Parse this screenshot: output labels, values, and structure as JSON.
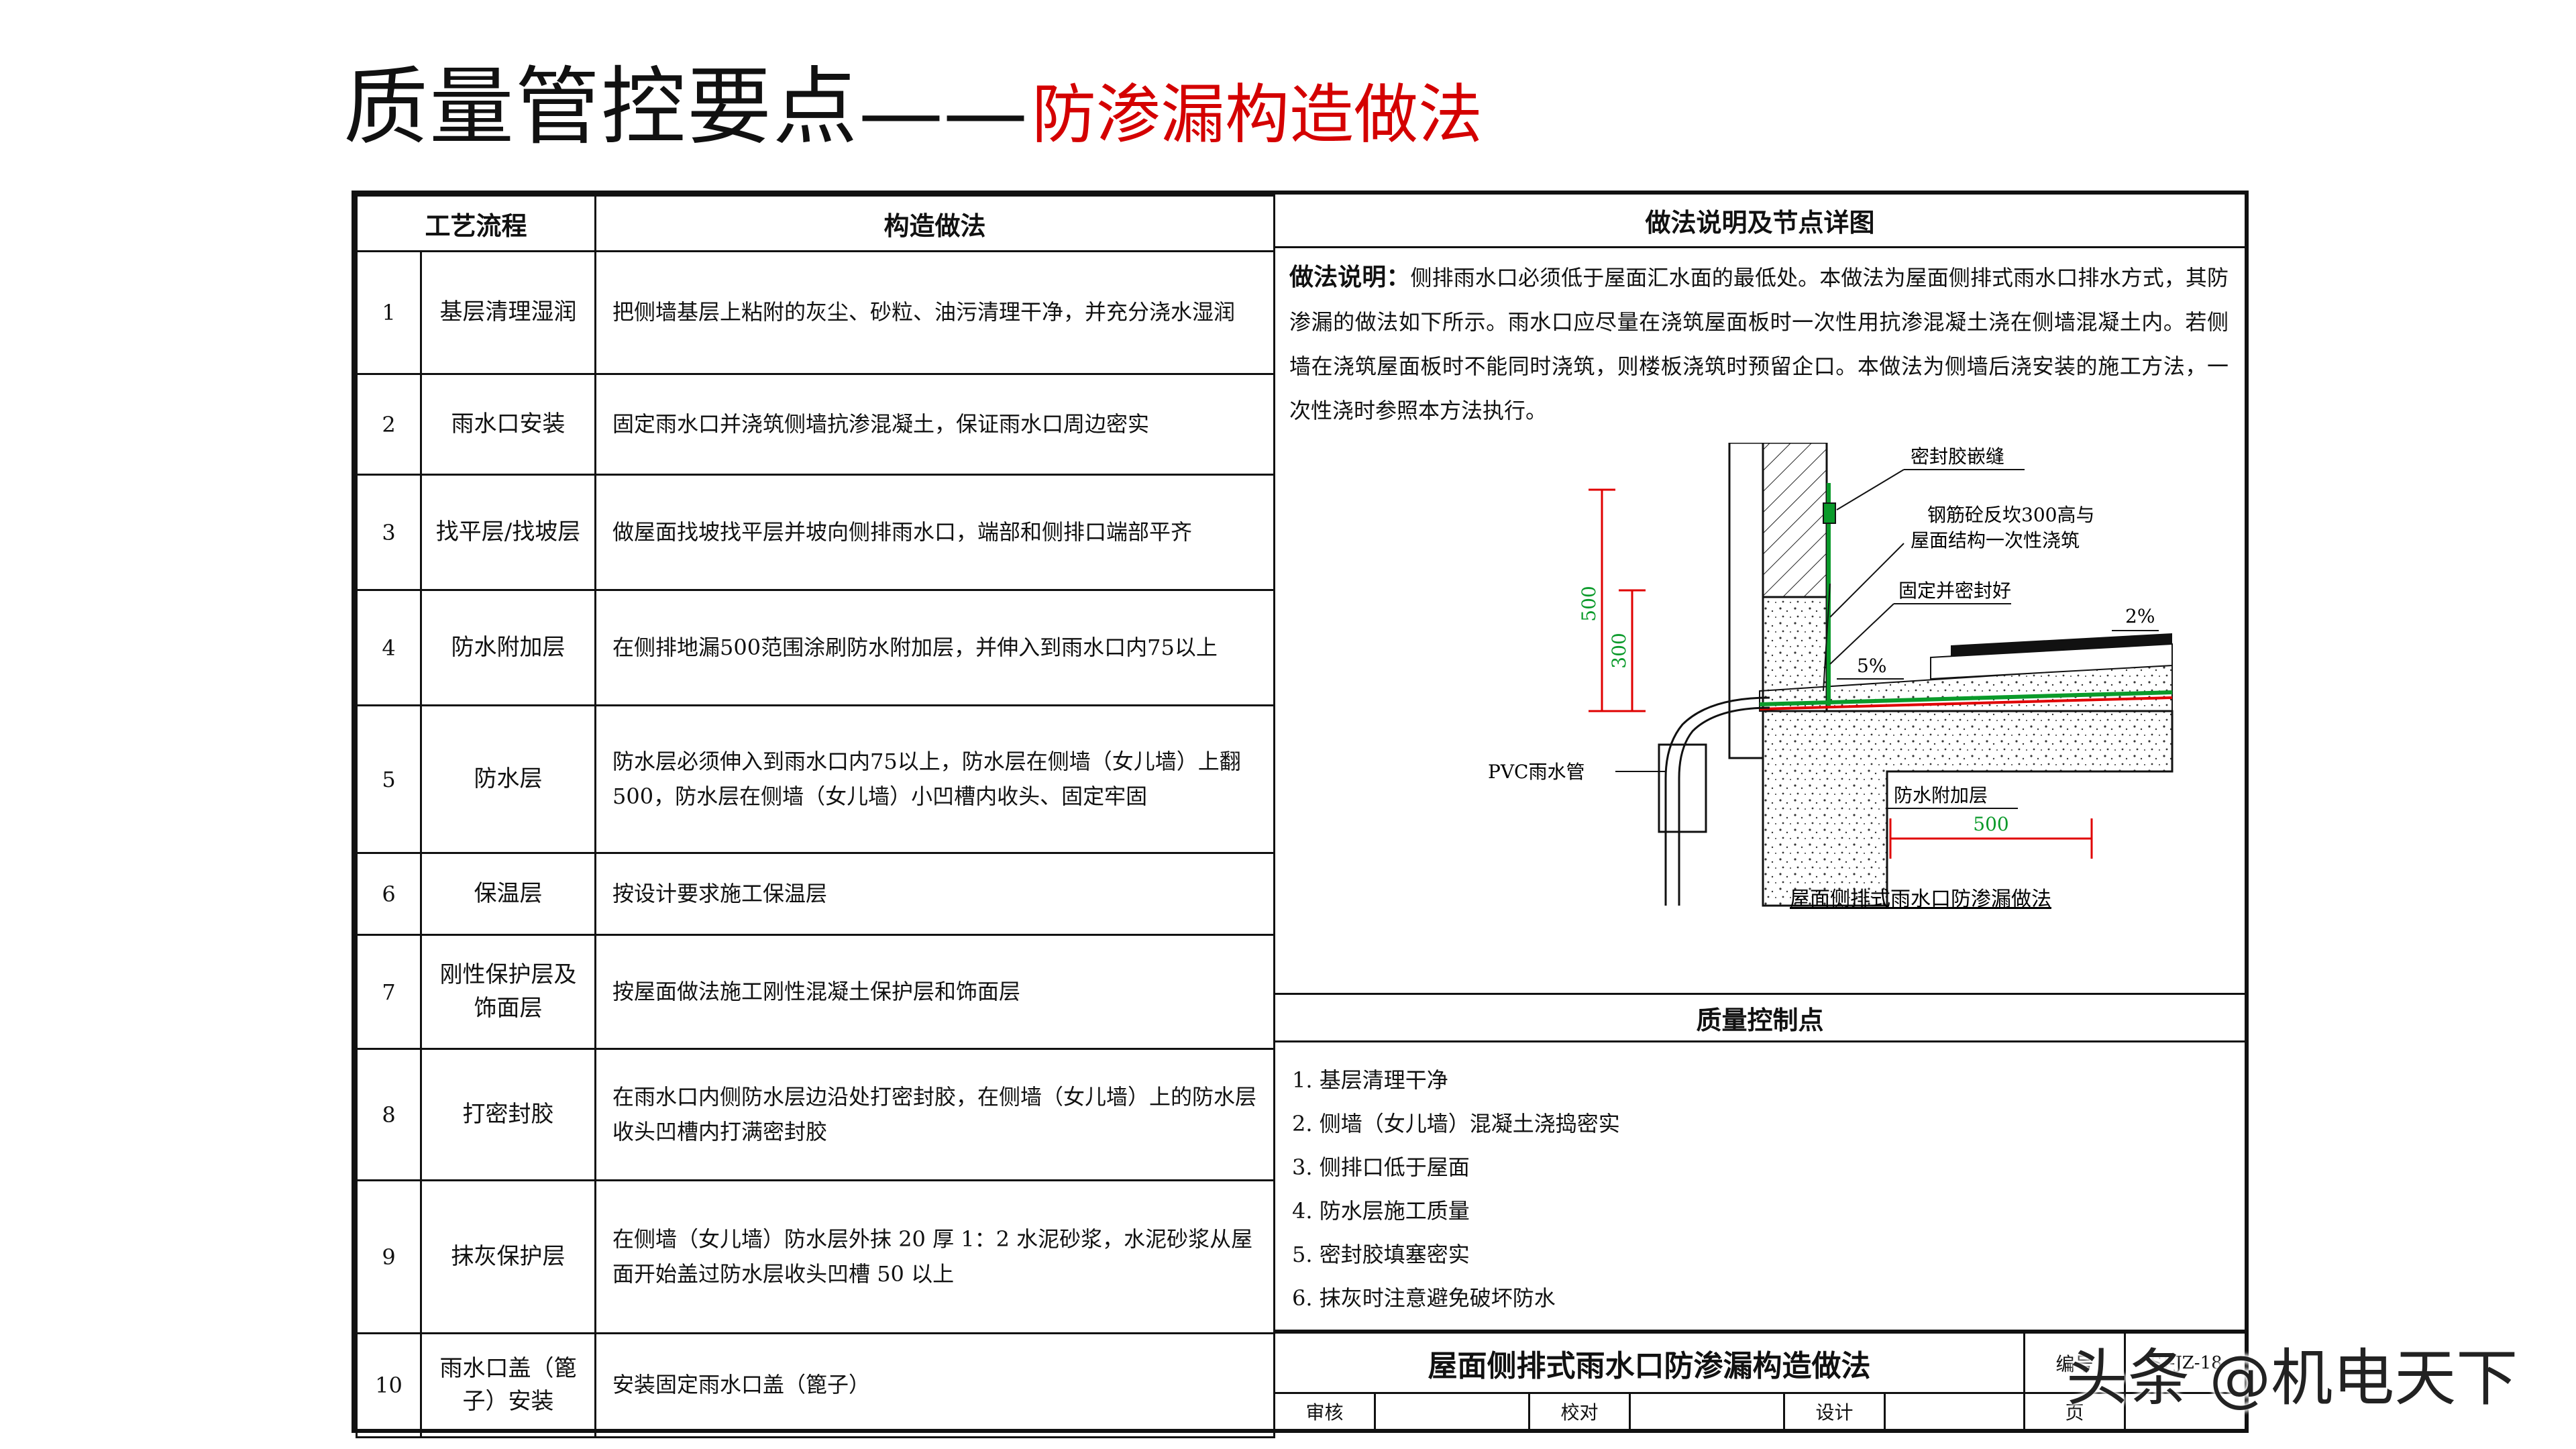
{
  "heading": {
    "main": "质量管控要点",
    "dash": "——",
    "sub": "防渗漏构造做法"
  },
  "table": {
    "headers": {
      "process": "工艺流程",
      "method": "构造做法",
      "detail": "做法说明及节点详图"
    },
    "rows": [
      {
        "no": "1",
        "step": "基层清理湿润",
        "method": "把侧墙基层上粘附的灰尘、砂粒、油污清理干净，并充分浇水湿润"
      },
      {
        "no": "2",
        "step": "雨水口安装",
        "method": "固定雨水口并浇筑侧墙抗渗混凝土，保证雨水口周边密实"
      },
      {
        "no": "3",
        "step": "找平层/找坡层",
        "method": "做屋面找坡找平层并坡向侧排雨水口，端部和侧排口端部平齐"
      },
      {
        "no": "4",
        "step": "防水附加层",
        "method": "在侧排地漏500范围涂刷防水附加层，并伸入到雨水口内75以上"
      },
      {
        "no": "5",
        "step": "防水层",
        "method": "防水层必须伸入到雨水口内75以上，防水层在侧墙（女儿墙）上翻500，防水层在侧墙（女儿墙）小凹槽内收头、固定牢固"
      },
      {
        "no": "6",
        "step": "保温层",
        "method": "按设计要求施工保温层"
      },
      {
        "no": "7",
        "step": "刚性保护层及饰面层",
        "method": "按屋面做法施工刚性混凝土保护层和饰面层"
      },
      {
        "no": "8",
        "step": "打密封胶",
        "method": "在雨水口内侧防水层边沿处打密封胶，在侧墙（女儿墙）上的防水层收头凹槽内打满密封胶"
      },
      {
        "no": "9",
        "step": "抹灰保护层",
        "method": "在侧墙（女儿墙）防水层外抹 20 厚 1：2 水泥砂浆，水泥砂浆从屋面开始盖过防水层收头凹槽 50 以上"
      },
      {
        "no": "10",
        "step": "雨水口盖（篦子）安装",
        "method": "安装固定雨水口盖（篦子）"
      }
    ]
  },
  "description": {
    "label": "做法说明：",
    "text": "侧排雨水口必须低于屋面汇水面的最低处。本做法为屋面侧排式雨水口排水方式，其防渗漏的做法如下所示。雨水口应尽量在浇筑屋面板时一次性用抗渗混凝土浇在侧墙混凝土内。若侧墙在浇筑屋面板时不能同时浇筑，则楼板浇筑时预留企口。本做法为侧墙后浇安装的施工方法，一次性浇时参照本方法执行。"
  },
  "diagram": {
    "labels": {
      "sealant": "密封胶嵌缝",
      "upturn_1": "钢筋砼反坎300高与",
      "upturn_2": "屋面结构一次性浇筑",
      "fix": "固定并密封好",
      "slope_a": "2%",
      "slope_b": "5%",
      "pipe": "PVC雨水管",
      "additional": "防水附加层",
      "dim_500_v": "500",
      "dim_300_v": "300",
      "dim_500_h": "500",
      "caption": "屋面侧排式雨水口防渗漏做法"
    }
  },
  "quality": {
    "header": "质量控制点",
    "items": [
      "1. 基层清理干净",
      "2. 侧墙（女儿墙）混凝土浇捣密实",
      "3. 侧排口低于屋面",
      "4. 防水层施工质量",
      "5. 密封胶填塞密实",
      "6. 抹灰时注意避免破坏防水"
    ]
  },
  "title_block": {
    "title": "屋面侧排式雨水口防渗漏构造做法",
    "no_label": "编号",
    "no_value": "SJ-JZ-18",
    "review": "审核",
    "check": "校对",
    "design": "设计",
    "page": "页"
  },
  "watermark": "头条 @机电天下",
  "colors": {
    "title_red": "#d40000",
    "dimension_red": "#e00000",
    "membrane_green": "#0a9a2a"
  }
}
